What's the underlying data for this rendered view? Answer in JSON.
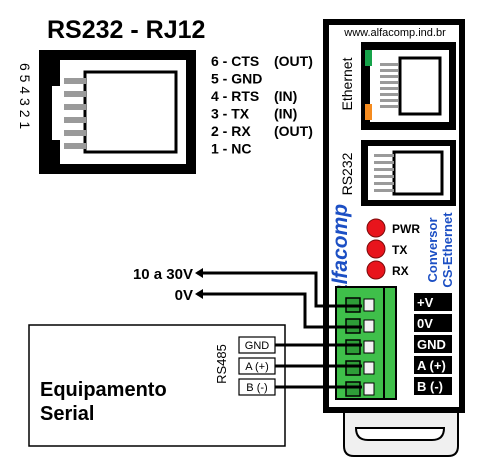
{
  "rj12": {
    "title": "RS232 - RJ12",
    "pin_numbers": "6 5 4 3 2 1",
    "pins": [
      {
        "label": "6 - CTS",
        "dir": "(OUT)"
      },
      {
        "label": "5 - GND",
        "dir": ""
      },
      {
        "label": "4 - RTS",
        "dir": "(IN)"
      },
      {
        "label": "3 - TX",
        "dir": "(IN)"
      },
      {
        "label": "2 - RX",
        "dir": "(OUT)"
      },
      {
        "label": "1 - NC",
        "dir": ""
      }
    ]
  },
  "device": {
    "website": "www.alfacomp.ind.br",
    "ethernet_label": "Ethernet",
    "rs232_label": "RS232",
    "brand": "alfacomp",
    "product_line1": "Conversor",
    "product_line2": "CS-Ethernet",
    "leds": [
      "PWR",
      "TX",
      "RX"
    ],
    "terminals": [
      "+V",
      "0V",
      "GND",
      "A (+)",
      "B (-)"
    ],
    "colors": {
      "led": "#e8141c",
      "terminal": "#3fbf4a",
      "brand": "#1c4fc4"
    }
  },
  "power": {
    "voltage_label": "10 a 30V",
    "ground_label": "0V"
  },
  "equipment": {
    "name_line1": "Equipamento",
    "name_line2": "Serial",
    "bus_label": "RS485",
    "ports": [
      "GND",
      "A (+)",
      "B (-)"
    ]
  }
}
